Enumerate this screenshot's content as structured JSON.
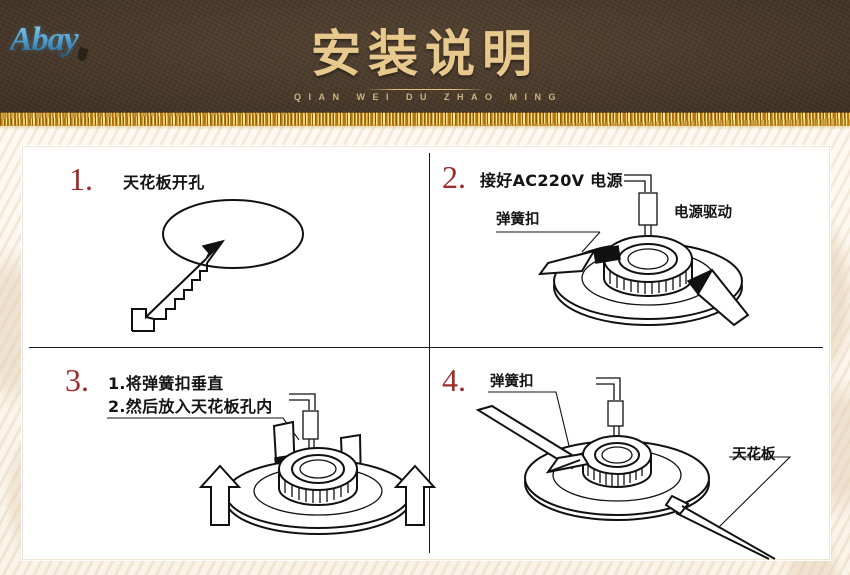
{
  "header": {
    "logo_text": "Abay",
    "title": "安装说明",
    "subtitle": "QIAN WEI DU ZHAO MING"
  },
  "colors": {
    "header_bg": "#473728",
    "title_gold": "#e4c183",
    "fringe_gold": "#f7d764",
    "step_number_red": "#9e2b2b",
    "card_bg": "#ffffff",
    "page_bg": "#fdf8f0",
    "line_black": "#111111",
    "logo_blue": "#58a8d8"
  },
  "steps": [
    {
      "number": "1.",
      "title": "天花板开孔",
      "labels": [],
      "icons": [
        "ceiling-hole-ellipse",
        "hand-saw"
      ]
    },
    {
      "number": "2.",
      "title": "接好AC220V 电源",
      "labels": [
        "电源驱动",
        "弹簧扣"
      ],
      "icons": [
        "downlight-fixture",
        "led-driver",
        "spring-clip"
      ]
    },
    {
      "number": "3.",
      "title": "1.将弹簧扣垂直",
      "title2": "2.然后放入天花板孔内",
      "labels": [],
      "icons": [
        "downlight-fixture",
        "up-arrow",
        "spring-clip-vertical"
      ]
    },
    {
      "number": "4.",
      "title": "",
      "labels": [
        "弹簧扣",
        "天花板"
      ],
      "icons": [
        "downlight-fixture",
        "ceiling-panel",
        "spring-clip"
      ]
    }
  ]
}
